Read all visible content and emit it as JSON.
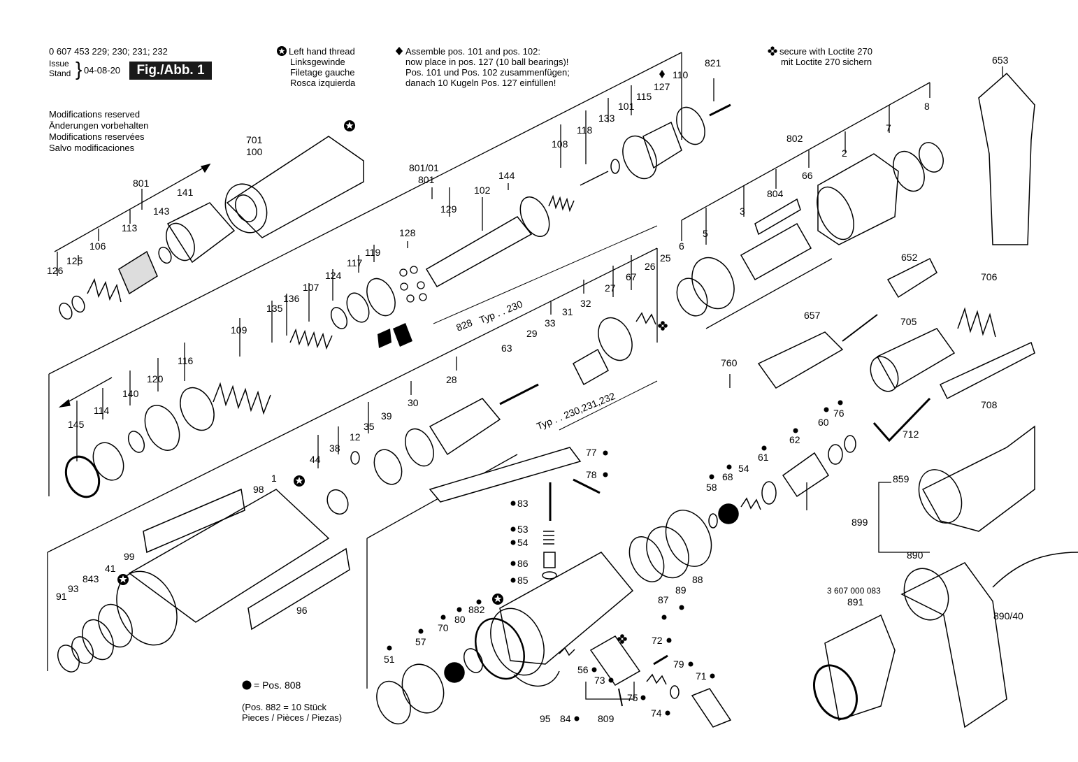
{
  "header": {
    "part_numbers": "0 607 453 229; 230; 231; 232",
    "issue_line1": "Issue",
    "issue_line2": "Stand",
    "issue_date": "04-08-20",
    "figure_label": "Fig./Abb. 1",
    "modifications": [
      "Modifications reserved",
      "Änderungen vorbehalten",
      "Modifications reservées",
      "Salvo modificaciones"
    ]
  },
  "legend": {
    "left_hand_thread": [
      "Left hand thread",
      "Linksgewinde",
      "Filetage gauche",
      "Rosca izquierda"
    ],
    "assemble_note": [
      "Assemble pos. 101 and pos. 102:",
      "now place in pos. 127 (10 ball bearings)!",
      "Pos. 101 und Pos. 102 zusammenfügen;",
      "danach 10 Kugeln Pos. 127 einfüllen!"
    ],
    "loctite_note": [
      "secure with Loctite 270",
      "mit Loctite 270 sichern"
    ],
    "dot_note": "= Pos. 808",
    "pieces_note": [
      "(Pos. 882 = 10 Stück",
      "Pieces / Pièces / Piezas)"
    ],
    "extra_part_number": "3 607 000 083"
  },
  "labels": {
    "l801": "801",
    "l141": "141",
    "l143": "143",
    "l113": "113",
    "l106": "106",
    "l125": "125",
    "l126": "126",
    "l701": "701",
    "l100": "100",
    "l80101": "801/01",
    "l801b": "801",
    "l129": "129",
    "l102": "102",
    "l144": "144",
    "l108": "108",
    "l118": "118",
    "l133": "133",
    "l101": "101",
    "l115": "115",
    "l127": "127",
    "l110": "110",
    "l821": "821",
    "l128": "128",
    "l119": "119",
    "l117": "117",
    "l124": "124",
    "l107": "107",
    "l136": "136",
    "l135": "135",
    "l109": "109",
    "l116": "116",
    "l120": "120",
    "l140": "140",
    "l114": "114",
    "l145": "145",
    "l802": "802",
    "l2": "2",
    "l7": "7",
    "l8": "8",
    "l804": "804",
    "l66": "66",
    "l3": "3",
    "l5": "5",
    "l6": "6",
    "l653": "653",
    "l652": "652",
    "l706": "706",
    "l705": "705",
    "l657": "657",
    "l760": "760",
    "l708": "708",
    "l712": "712",
    "l828": "828",
    "typ230": "Typ . . 230",
    "typ231": "Typ . . 230,231,232",
    "l26": "26",
    "l25": "25",
    "l67": "67",
    "l27": "27",
    "l32": "32",
    "l31": "31",
    "l33": "33",
    "l29": "29",
    "l63": "63",
    "l28": "28",
    "l30": "30",
    "l39": "39",
    "l35": "35",
    "l12": "12",
    "l38": "38",
    "l44": "44",
    "l77": "77",
    "l78": "78",
    "l83": "83",
    "l53": "53",
    "l54": "54",
    "l86": "86",
    "l85": "85",
    "l98": "98",
    "l1": "1",
    "l99": "99",
    "l41": "41",
    "l843": "843",
    "l93": "93",
    "l91": "91",
    "l96": "96",
    "l62": "62",
    "l60": "60",
    "l76": "76",
    "l61": "61",
    "l54b": "54",
    "l68": "68",
    "l58": "58",
    "l89": "89",
    "l88": "88",
    "l87": "87",
    "l859": "859",
    "l899": "899",
    "l890": "890",
    "l89040": "890/40",
    "l891": "891",
    "l882": "882",
    "l80": "80",
    "l70": "70",
    "l57": "57",
    "l51": "51",
    "l95": "95",
    "l84": "84",
    "l809": "809",
    "l56": "56",
    "l73": "73",
    "l75": "75",
    "l72": "72",
    "l79": "79",
    "l71": "71",
    "l74": "74"
  }
}
